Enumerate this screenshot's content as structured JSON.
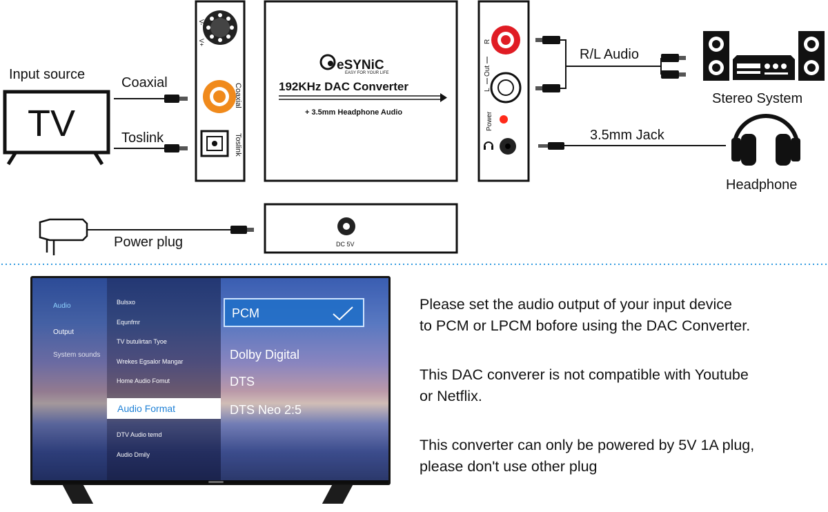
{
  "input": {
    "title": "Input source",
    "tv_text": "TV",
    "coaxial_label": "Coaxial",
    "toslink_label": "Toslink"
  },
  "input_panel": {
    "coaxial_text": "Coaxial",
    "toslink_text": "Toslink",
    "dial_plus": "V+",
    "dial_minus": "V-"
  },
  "front_panel": {
    "brand": "eSYNiC",
    "tagline": "EASY FOR YOUR LIFE",
    "title": "192KHz DAC Converter",
    "subtitle": "+ 3.5mm Headphone Audio"
  },
  "output_panel": {
    "r_label": "R",
    "l_label": "L",
    "out_label": "Out",
    "power_label": "Power"
  },
  "outputs": {
    "rl_audio": "R/L Audio",
    "stereo_system": "Stereo System",
    "jack_label": "3.5mm Jack",
    "headphone": "Headphone"
  },
  "power": {
    "plug_label": "Power plug",
    "dc_label": "DC 5V"
  },
  "colors": {
    "coaxial": "#f08a1c",
    "rca_red": "#e01c24",
    "led": "#ff2a1a",
    "divider": "#2f9ae0"
  },
  "tv_menu": {
    "categories": [
      "Audio",
      "Output",
      "System sounds"
    ],
    "items": [
      "Bulsxo",
      "Equnfmr",
      "TV butulirtan Tyoe",
      "Wrekes Egsalor Mangar",
      "Home Audio Fomut",
      "DTV Audio temd",
      "Audio Dmily"
    ],
    "selected_item": "Audio Format",
    "selected_option": "PCM",
    "options": [
      "Dolby Digital",
      "DTS",
      "DTS Neo 2:5"
    ]
  },
  "notes": [
    "Please set the audio output of your input device\nto PCM or LPCM bofore using the DAC Converter.",
    "This DAC converer is not compatible with Youtube\nor Netflix.",
    "This converter can only be powered by 5V 1A plug,\nplease don't use other plug"
  ]
}
